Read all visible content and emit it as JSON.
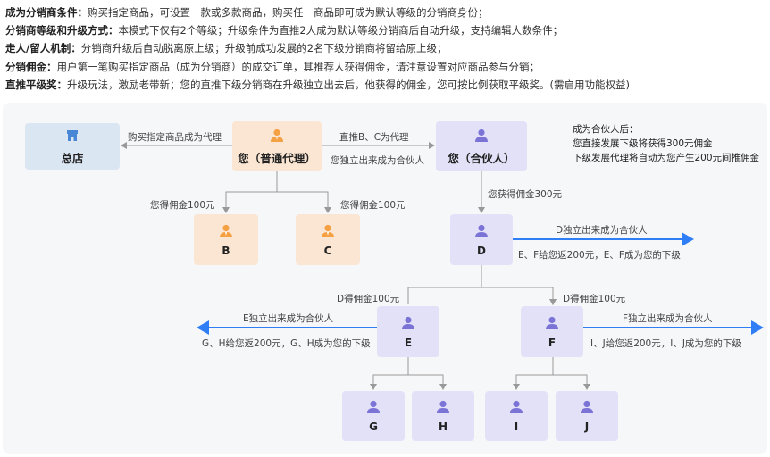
{
  "rules": [
    {
      "title": "成为分销商条件：",
      "text": "购买指定商品，可设置一款或多款商品，购买任一商品即可成为默认等级的分销商身份；"
    },
    {
      "title": "分销商等级和升级方式：",
      "text": "本模式下仅有2个等级；升级条件为直推2人成为默认等级分销商后自动升级，支持编辑人数条件；"
    },
    {
      "title": "走人/留人机制：",
      "text": "分销商升级后自动脱离原上级；升级前成功发展的2名下级分销商将留给原上级；"
    },
    {
      "title": "分销佣金：",
      "text": "用户第一笔购买指定商品（成为分销商）的成交订单，其推荐人获得佣金，请注意设置对应商品参与分销；"
    },
    {
      "title": "直推平级奖：",
      "text": "升级玩法，激励老带新；您的直推下级分销商在升级独立出去后，他获得的佣金，您可按比例获取平级奖。(需启用功能权益)"
    }
  ],
  "nodes": {
    "store": "总店",
    "you_agent": "您（普通代理）",
    "you_partner": "您（合伙人）",
    "b": "B",
    "c": "C",
    "d": "D",
    "e": "E",
    "f": "F",
    "g": "G",
    "h": "H",
    "i": "I",
    "j": "J"
  },
  "labels": {
    "buy_to_agent": "购买指定商品成为代理",
    "direct_bc": "直推B、C为代理",
    "become_partner": "您独立出来成为合伙人",
    "commission_b": "您得佣金100元",
    "commission_c": "您得佣金100元",
    "commission_d": "您获得佣金300元",
    "d_independent": "D独立出来成为合伙人",
    "d_ef_return": "E、F给您返200元，E、F成为您的下级",
    "d_commission_e": "D得佣金100元",
    "d_commission_f": "D得佣金100元",
    "e_independent": "E独立出来成为合伙人",
    "e_gh_return": "G、H给您返200元，G、H成为您的下级",
    "f_independent": "F独立出来成为合伙人",
    "f_ij_return": "I、J给您返200元，I、J成为您的下级"
  },
  "note": {
    "title": "成为合伙人后：",
    "line1": "您直接发展下级将获得300元佣金",
    "line2": "下级发展代理将自动为您产生200元间推佣金"
  },
  "colors": {
    "arrow_gray": "#999999",
    "arrow_blue": "#2f7ef5",
    "orange": "#f5a043",
    "purple": "#7b74d6",
    "store_blue": "#4a86d6"
  }
}
